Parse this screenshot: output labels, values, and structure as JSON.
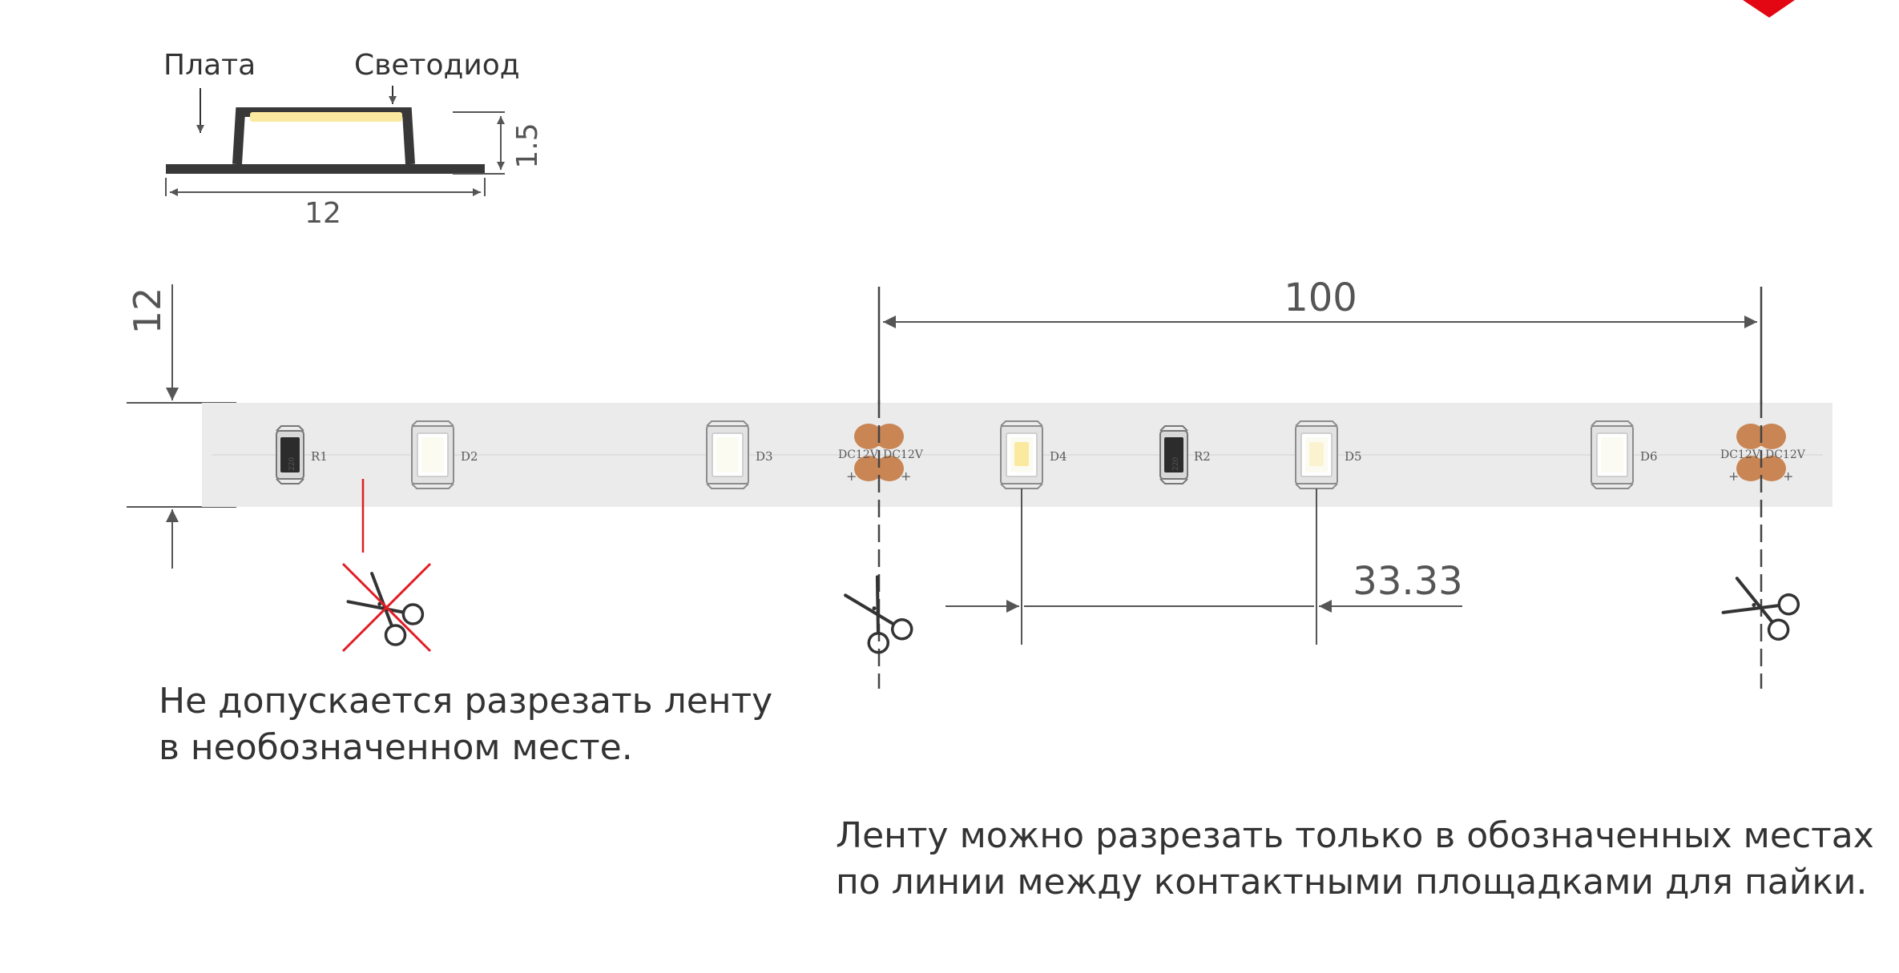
{
  "cross_section": {
    "label_board": "Плата",
    "label_led": "Светодиод",
    "dim_height": "1.5",
    "dim_width": "12"
  },
  "strip": {
    "dim_width": "12",
    "dim_segment": "100",
    "dim_pitch": "33.33",
    "components": {
      "r1": "R1",
      "r2": "R2",
      "d2": "D2",
      "d3": "D3",
      "d4": "D4",
      "d5": "D5",
      "d6": "D6",
      "resistor_code": "220",
      "pad_label": "DC12V",
      "plus": "+"
    }
  },
  "notes": {
    "no_cut_line1": "Не допускается разрезать ленту",
    "no_cut_line2": "в необозначенном месте.",
    "cut_line1": "Ленту можно разрезать только в обозначенных местах",
    "cut_line2": "по линии между контактными площадками для пайки."
  },
  "colors": {
    "board": "#383838",
    "led_phosphor": "#fbe9a0",
    "strip": "#ebebeb",
    "pad": "#c98554",
    "forbidden": "#e11d25",
    "brand_red": "#e30613",
    "dimension_line": "#555555"
  },
  "icons": [
    "scissors-icon",
    "forbidden-cut-icon",
    "brand-corner-icon"
  ]
}
